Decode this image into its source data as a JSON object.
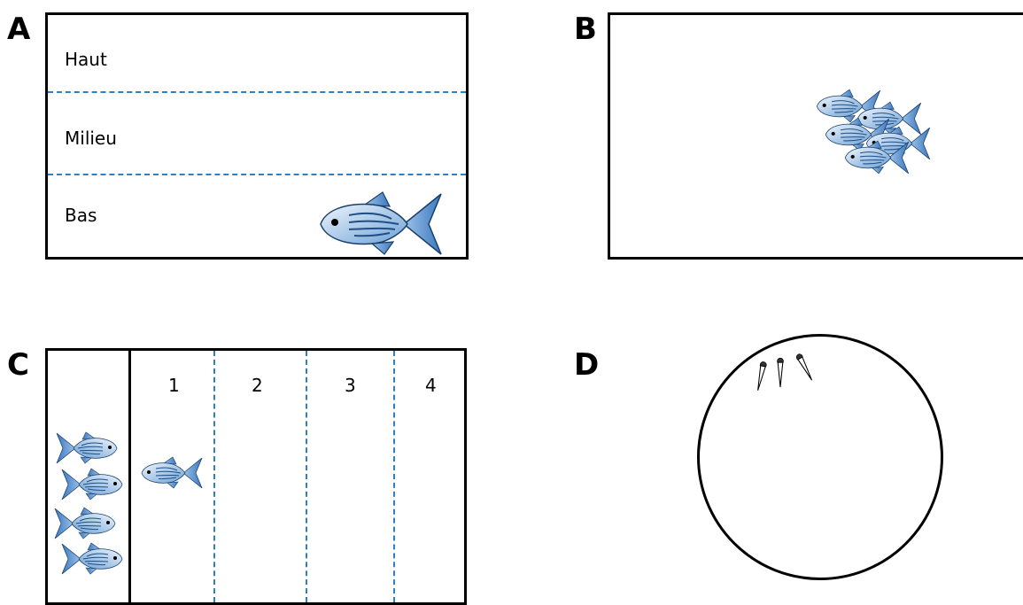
{
  "panels": {
    "a": {
      "letter": "A",
      "zones": [
        "Haut",
        "Milieu",
        "Bas"
      ]
    },
    "b": {
      "letter": "B"
    },
    "c": {
      "letter": "C",
      "columns": [
        "1",
        "2",
        "3",
        "4"
      ]
    },
    "d": {
      "letter": "D"
    }
  },
  "colors": {
    "divider": "#2f7fc4",
    "fish_light": "#d6e6f7",
    "fish_dark": "#4a88c8",
    "fish_stripe": "#1f4f86"
  },
  "icons": [
    "fish-icon",
    "larva-icon"
  ]
}
